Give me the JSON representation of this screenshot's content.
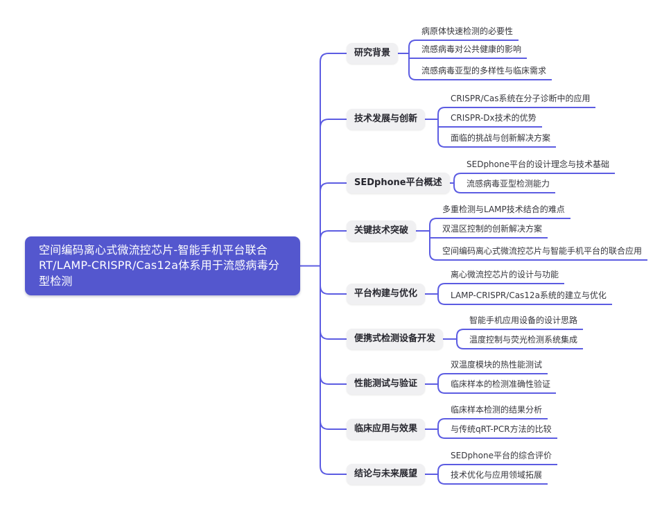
{
  "root": {
    "label": "空间编码离心式微流控芯片-智能手机平台联合RT/LAMP-CRISPR/Cas12a体系用于流感病毒分型检测"
  },
  "branches": [
    {
      "label": "研究背景",
      "children": [
        "病原体快速检测的必要性",
        "流感病毒对公共健康的影响",
        "流感病毒亚型的多样性与临床需求"
      ]
    },
    {
      "label": "技术发展与创新",
      "children": [
        "CRISPR/Cas系统在分子诊断中的应用",
        "CRISPR-Dx技术的优势",
        "面临的挑战与创新解决方案"
      ]
    },
    {
      "label": "SEDphone平台概述",
      "children": [
        "SEDphone平台的设计理念与技术基础",
        "流感病毒亚型检测能力"
      ]
    },
    {
      "label": "关键技术突破",
      "children": [
        "多重检测与LAMP技术结合的难点",
        "双温区控制的创新解决方案",
        "空间编码离心式微流控芯片与智能手机平台的联合应用"
      ]
    },
    {
      "label": "平台构建与优化",
      "children": [
        "离心微流控芯片的设计与功能",
        "LAMP-CRISPR/Cas12a系统的建立与优化"
      ]
    },
    {
      "label": "便携式检测设备开发",
      "children": [
        "智能手机应用设备的设计思路",
        "温度控制与荧光检测系统集成"
      ]
    },
    {
      "label": "性能测试与验证",
      "children": [
        "双温度模块的热性能测试",
        "临床样本的检测准确性验证"
      ]
    },
    {
      "label": "临床应用与效果",
      "children": [
        "临床样本检测的结果分析",
        "与传统qRT-PCR方法的比较"
      ]
    },
    {
      "label": "结论与未来展望",
      "children": [
        "SEDphone平台的综合评价",
        "技术优化与应用领域拓展"
      ]
    }
  ],
  "colors": {
    "line": "#5c5ce2",
    "root_bg": "#5457ce",
    "branch_bg": "#f0f0f2"
  }
}
